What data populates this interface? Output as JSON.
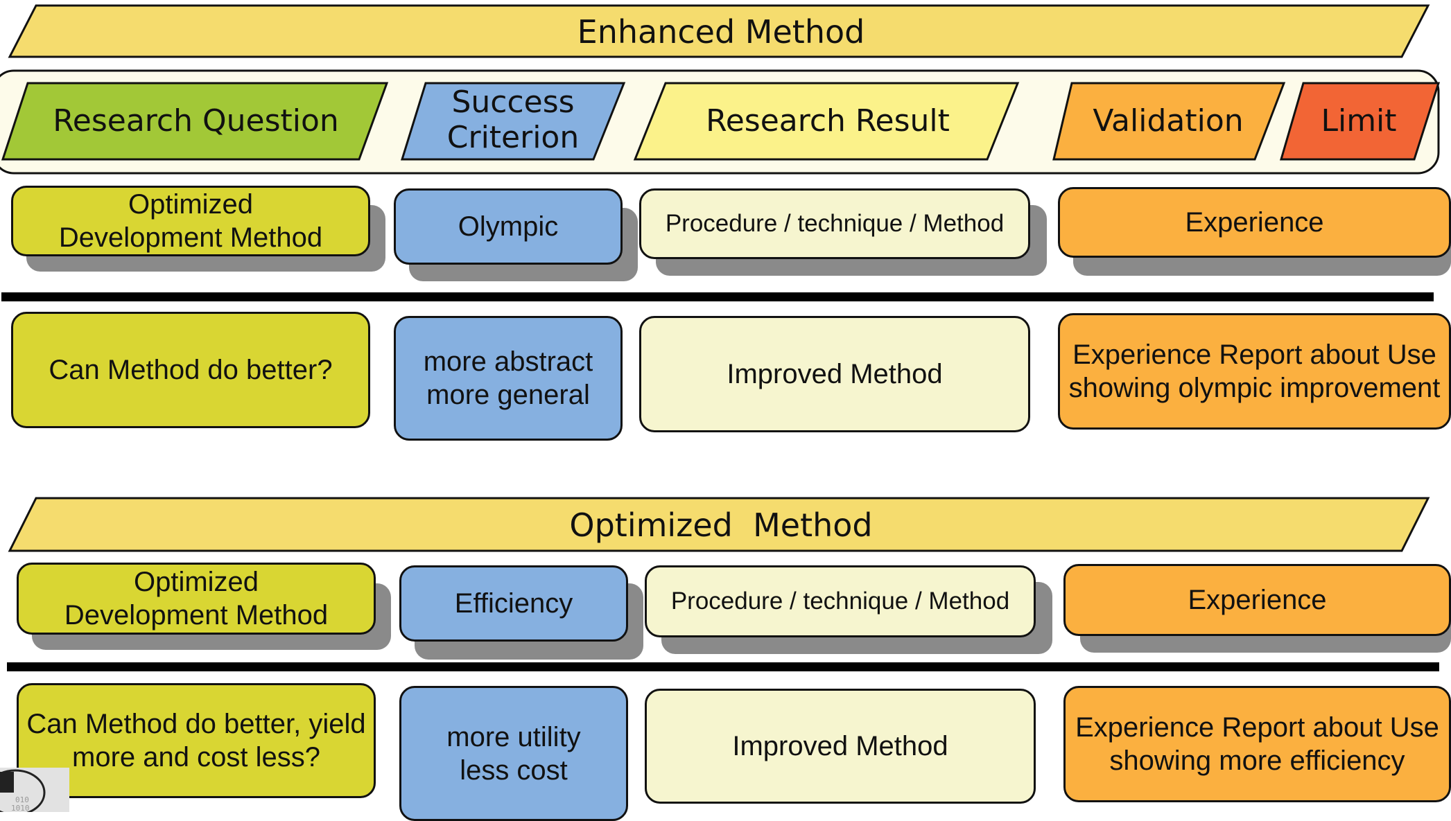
{
  "top_banner": "Enhanced Method",
  "categories": {
    "research_question": "Research Question",
    "success_criterion_line1": "Success",
    "success_criterion_line2": "Criterion",
    "research_result": "Research Result",
    "validation": "Validation",
    "limit": "Limit"
  },
  "enhanced": {
    "row1": {
      "question_line1": "Optimized",
      "question_line2": "Development Method",
      "criterion": "Olympic",
      "result": "Procedure / technique / Method",
      "validation": "Experience"
    },
    "row2": {
      "question": "Can Method do better?",
      "criterion_line1": "more abstract",
      "criterion_line2": "more general",
      "result": "Improved Method",
      "validation_line1": "Experience Report about Use",
      "validation_line2": "showing olympic improvement"
    }
  },
  "bottom_banner": "Optimized  Method",
  "optimized": {
    "row1": {
      "question_line1": "Optimized",
      "question_line2": "Development Method",
      "criterion": "Efficiency",
      "result": "Procedure / technique / Method",
      "validation": "Experience"
    },
    "row2": {
      "question_line1": "Can Method do better, yield",
      "question_line2": "more and cost less?",
      "criterion_line1": "more utility",
      "criterion_line2": "less cost",
      "result": "Improved Method",
      "validation_line1": "Experience Report about Use",
      "validation_line2": "showing more efficiency"
    }
  },
  "colors": {
    "banner": "#f5dc6e",
    "research_question": "#a2c837",
    "success_criterion": "#86b0e0",
    "research_result": "#fbf28a",
    "validation": "#fbb040",
    "limit": "#f26535"
  }
}
